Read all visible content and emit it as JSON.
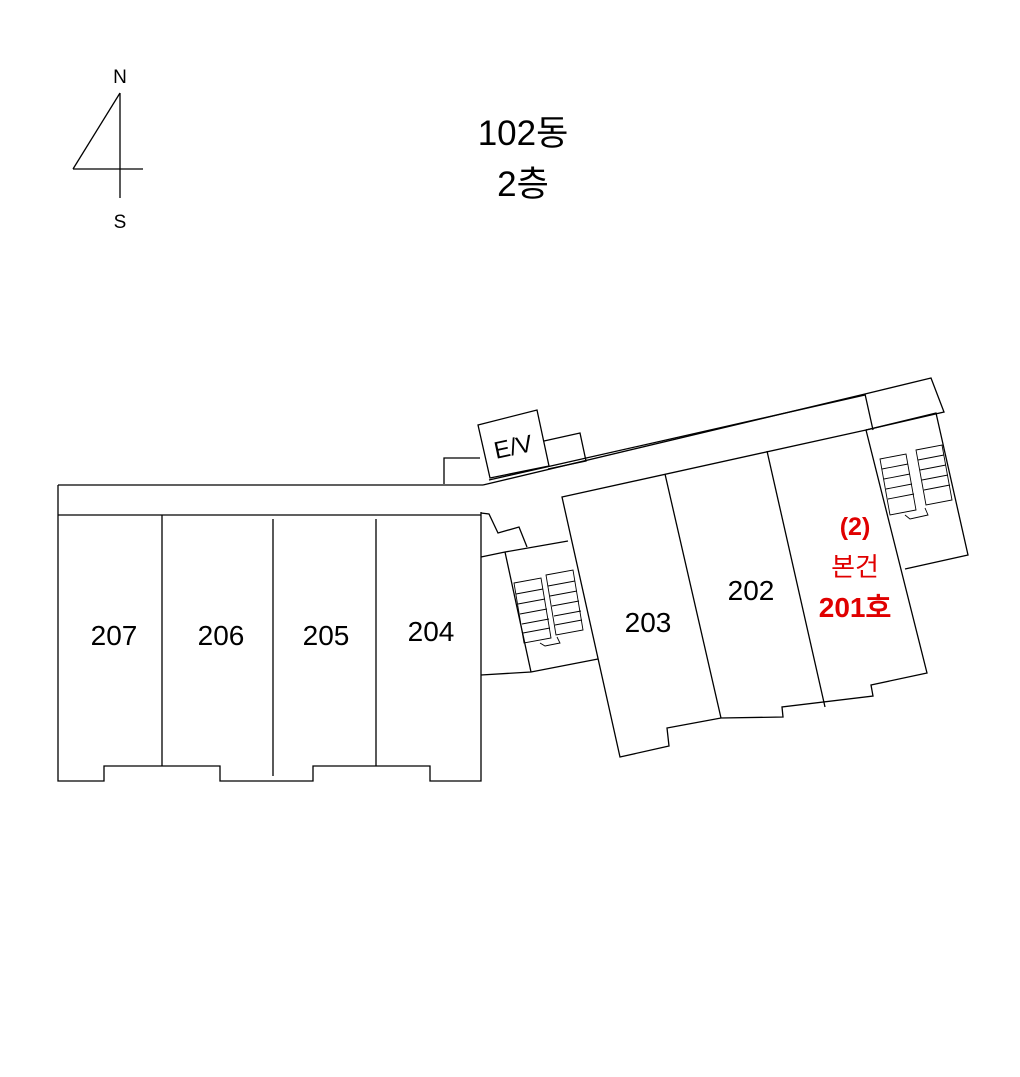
{
  "compass": {
    "north": "N",
    "south": "S"
  },
  "title": {
    "building": "102동",
    "floor": "2층"
  },
  "elevator": "E/V",
  "units": {
    "u207": "207",
    "u206": "206",
    "u205": "205",
    "u204": "204",
    "u203": "203",
    "u202": "202"
  },
  "subject": {
    "index": "(2)",
    "note": "본건",
    "unit": "201호"
  },
  "colors": {
    "line": "#000000",
    "highlight": "#e00000"
  }
}
